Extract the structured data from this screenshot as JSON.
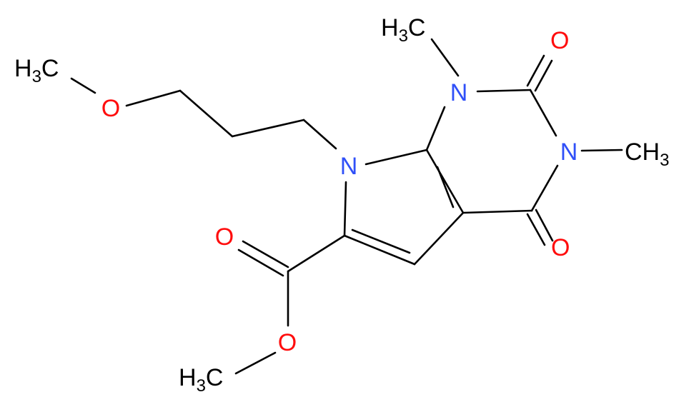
{
  "colors": {
    "bond": "#000000",
    "carbon_label": "#000000",
    "nitrogen": "#3050F8",
    "oxygen": "#FF0D0D"
  },
  "atoms": {
    "methoxy_methyl": {
      "main": "H",
      "sub": "3",
      "tail": "C"
    },
    "methoxy_o": {
      "label": "O"
    },
    "n7": {
      "label": "N"
    },
    "n1": {
      "label": "N"
    },
    "n1_methyl": {
      "main": "H",
      "sub": "3",
      "tail": "C"
    },
    "c2_o": {
      "label": "O"
    },
    "n3": {
      "label": "N"
    },
    "n3_methyl": {
      "main": "CH",
      "sub": "3"
    },
    "c4_o": {
      "label": "O"
    },
    "ester_carbonyl_o": {
      "label": "O"
    },
    "ester_o": {
      "label": "O"
    },
    "ester_methyl": {
      "main": "H",
      "sub": "3",
      "tail": "C"
    }
  }
}
